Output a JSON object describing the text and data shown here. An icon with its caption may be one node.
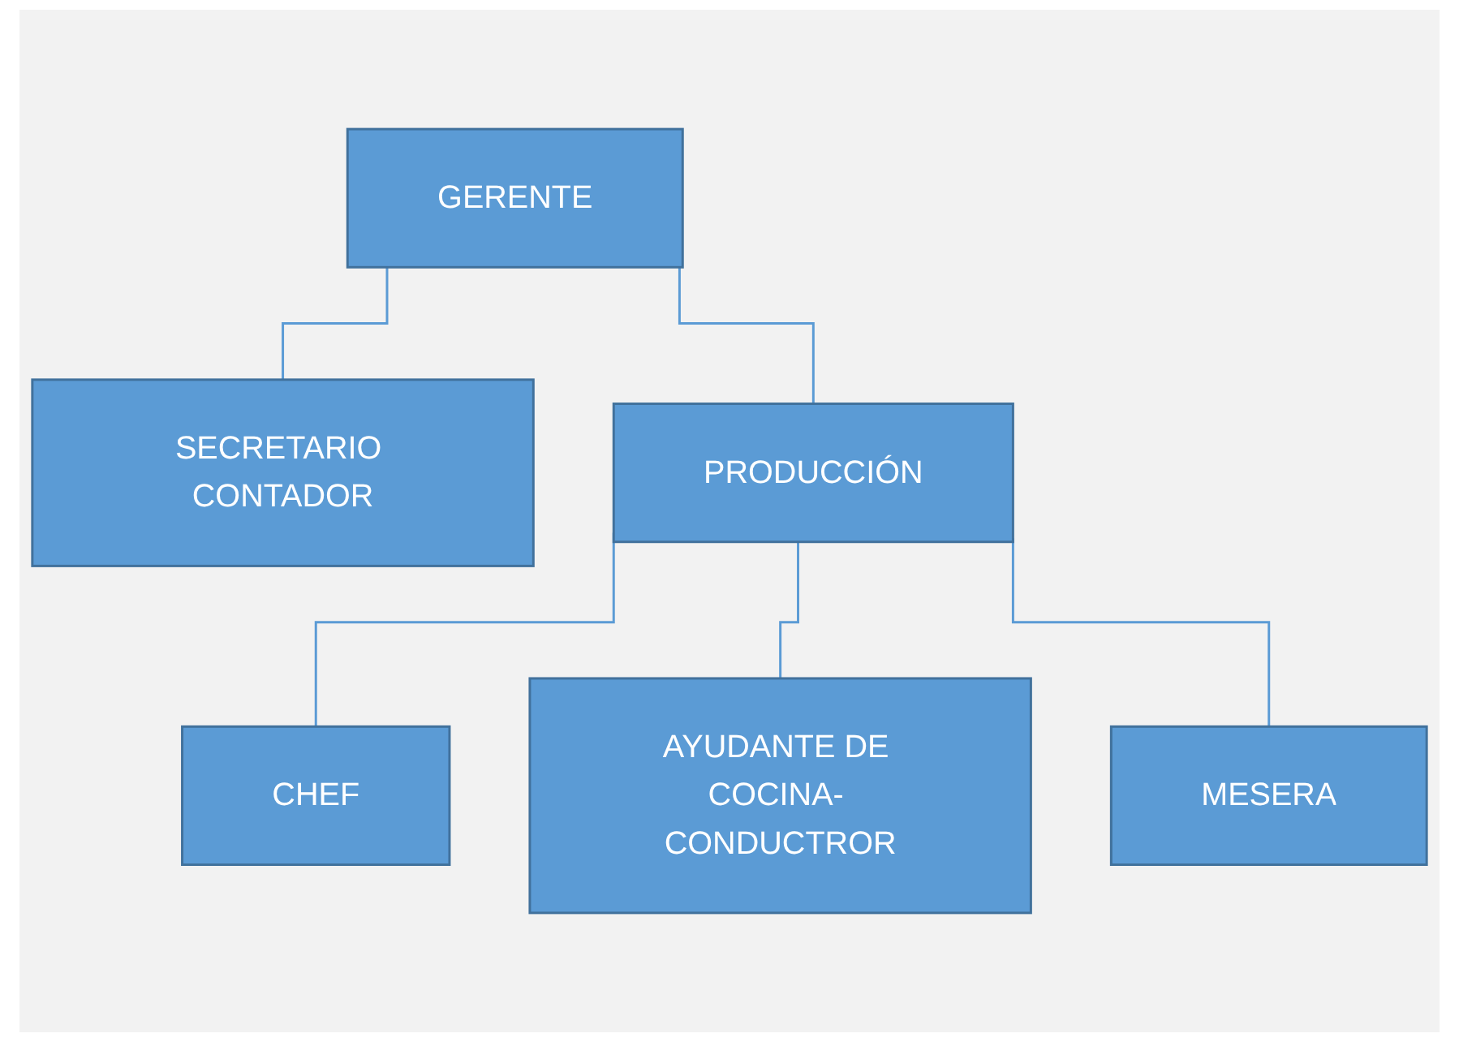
{
  "diagram": {
    "nodes": [
      {
        "text": [
          "GERENTE"
        ]
      },
      {
        "text": [
          "SECRETARIO CONTADOR"
        ]
      },
      {
        "text": [
          "PRODUCCIÓN"
        ]
      },
      {
        "text": [
          "CHEF"
        ]
      },
      {
        "text": [
          "AYUDANTE DE COCINA- CONDUCTROR"
        ]
      },
      {
        "text": [
          "MESERA"
        ]
      }
    ],
    "edges": [
      {
        "from": 0,
        "to": 1,
        "arrow": "none"
      },
      {
        "from": 0,
        "to": 2,
        "arrow": "none"
      },
      {
        "from": 2,
        "to": 3,
        "arrow": "none"
      },
      {
        "from": 2,
        "to": 4,
        "arrow": "none"
      },
      {
        "from": 2,
        "to": 5,
        "arrow": "none"
      }
    ]
  }
}
